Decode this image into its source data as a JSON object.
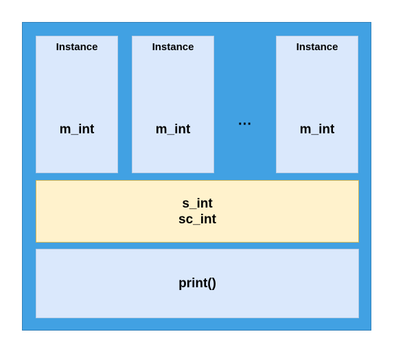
{
  "instances": [
    {
      "title": "Instance",
      "member": "m_int"
    },
    {
      "title": "Instance",
      "member": "m_int"
    },
    {
      "title": "Instance",
      "member": "m_int"
    }
  ],
  "ellipsis": "···",
  "static_members": [
    "s_int",
    "sc_int"
  ],
  "method": "print()",
  "colors": {
    "outer": "#41a1e3",
    "instance_fill": "#dae8fc",
    "static_fill": "#fff2cc",
    "static_border": "#d6b656"
  }
}
